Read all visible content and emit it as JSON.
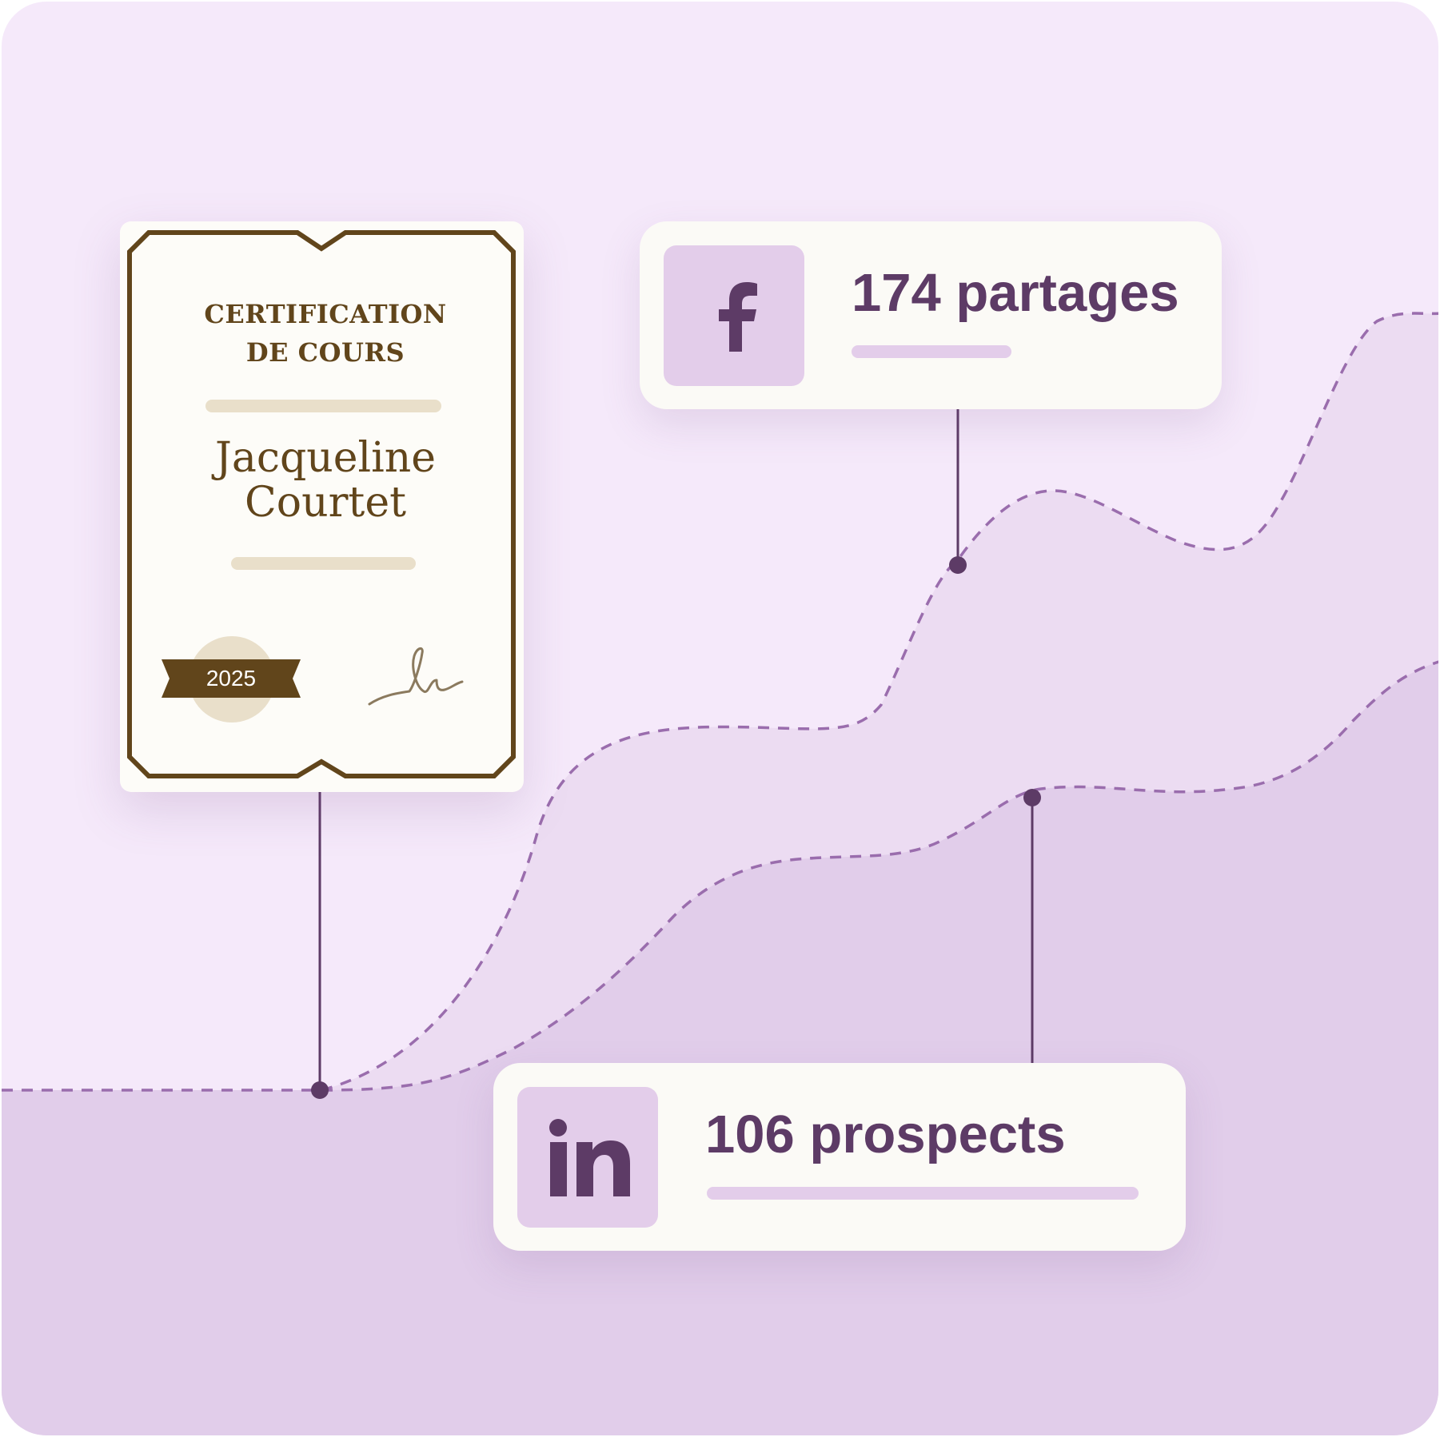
{
  "certificate": {
    "title_line1": "CERTIFICATION",
    "title_line2": "DE COURS",
    "name_line1": "Jacqueline",
    "name_line2": "Courtet",
    "year": "2025"
  },
  "facebook_card": {
    "icon": "facebook-icon",
    "value": "174 partages"
  },
  "linkedin_card": {
    "icon": "linkedin-icon",
    "value": "106 prospects"
  },
  "colors": {
    "background": "#f5e9fa",
    "area_light": "#ecdcf2",
    "area_dark": "#e1cdea",
    "dashed_line": "#9a6dad",
    "connector": "#5d3b66",
    "certificate_brown": "#61451b",
    "card_bg": "#fbfaf6",
    "icon_bg": "#e3cdea"
  }
}
